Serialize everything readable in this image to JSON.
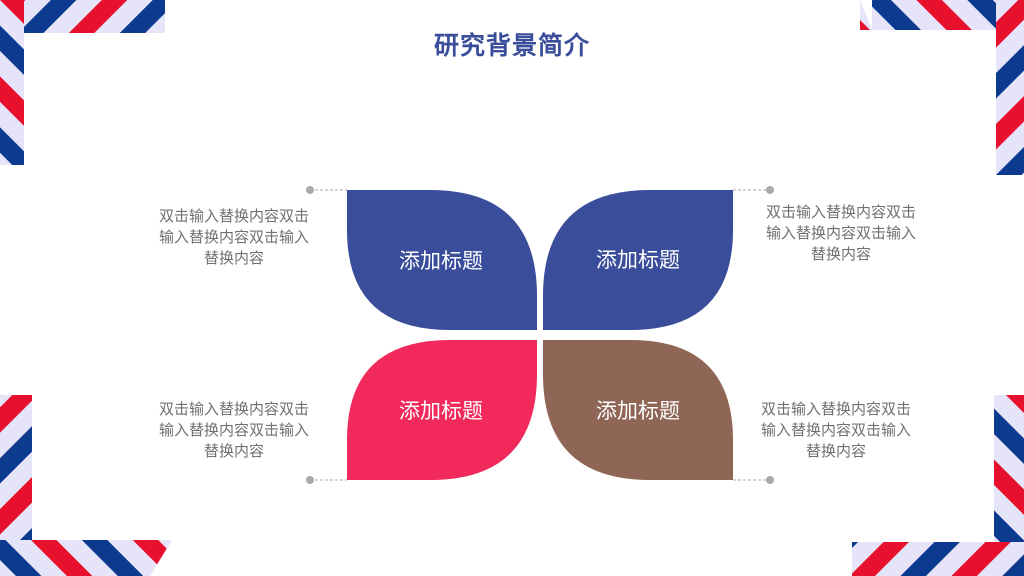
{
  "slide": {
    "title": "研究背景简介"
  },
  "petals": [
    {
      "label": "添加标题",
      "color": "#3a4d9a"
    },
    {
      "label": "添加标题",
      "color": "#3a4d9a"
    },
    {
      "label": "添加标题",
      "color": "#f22a5c"
    },
    {
      "label": "添加标题",
      "color": "#8f6656"
    }
  ],
  "descriptions": [
    {
      "line1": "双击输入替换内容双击",
      "line2": "输入替换内容双击输入",
      "line3": "替换内容"
    },
    {
      "line1": "双击输入替换内容双击",
      "line2": "输入替换内容双击输入",
      "line3": "替换内容"
    },
    {
      "line1": "双击输入替换内容双击",
      "line2": "输入替换内容双击输入",
      "line3": "替换内容"
    },
    {
      "line1": "双击输入替换内容双击",
      "line2": "输入替换内容双击输入",
      "line3": "替换内容"
    }
  ],
  "colors": {
    "border_red": "#e8112d",
    "border_blue": "#0c3a8f",
    "border_lavender": "#e6e4f8",
    "title": "#3a4d9a",
    "connector": "#a9a9a9"
  }
}
